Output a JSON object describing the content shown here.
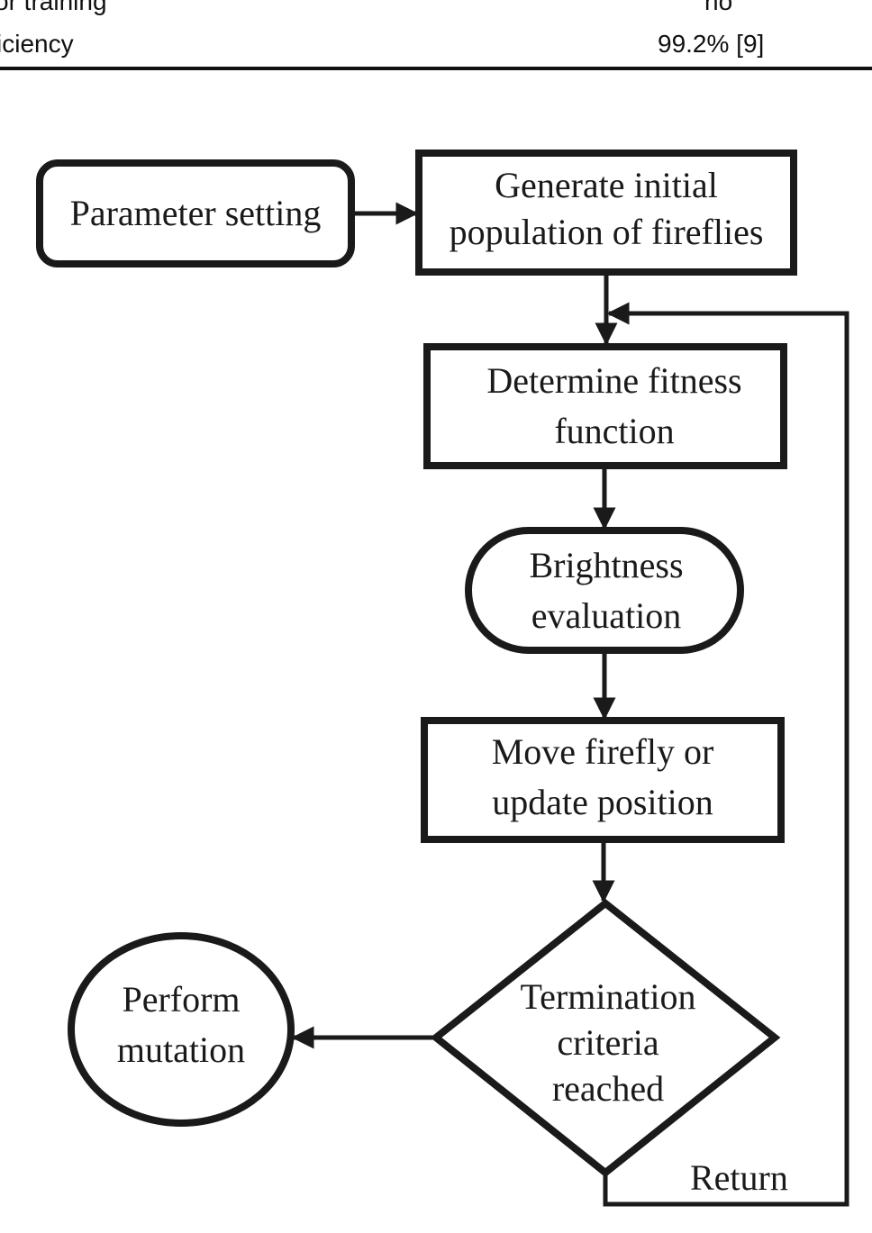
{
  "table_fragment": {
    "row1": {
      "label": "or training",
      "value": "no"
    },
    "row2": {
      "label": "iciency",
      "value": "99.2% [9]"
    }
  },
  "flowchart": {
    "nodes": {
      "parameter_setting": {
        "shape": "rounded-rectangle",
        "lines": [
          "Parameter setting"
        ]
      },
      "generate_population": {
        "shape": "rectangle",
        "lines": [
          "Generate initial",
          "population of fireflies"
        ]
      },
      "determine_fitness": {
        "shape": "rectangle",
        "lines": [
          "Determine fitness",
          "function"
        ]
      },
      "brightness_evaluation": {
        "shape": "stadium",
        "lines": [
          "Brightness",
          "evaluation"
        ]
      },
      "move_firefly": {
        "shape": "rectangle",
        "lines": [
          "Move firefly or",
          "update position"
        ]
      },
      "termination_check": {
        "shape": "diamond",
        "lines": [
          "Termination",
          "criteria",
          "reached"
        ]
      },
      "perform_mutation": {
        "shape": "ellipse",
        "lines": [
          "Perform",
          "mutation"
        ]
      }
    },
    "edges": [
      {
        "from": "parameter_setting",
        "to": "generate_population"
      },
      {
        "from": "generate_population",
        "to": "determine_fitness"
      },
      {
        "from": "determine_fitness",
        "to": "brightness_evaluation"
      },
      {
        "from": "brightness_evaluation",
        "to": "move_firefly"
      },
      {
        "from": "move_firefly",
        "to": "termination_check"
      },
      {
        "from": "termination_check",
        "to": "perform_mutation"
      },
      {
        "from": "termination_check",
        "to": "determine_fitness",
        "label": "Return"
      }
    ],
    "return_label": "Return",
    "stroke_color": "#1a1a1a"
  }
}
